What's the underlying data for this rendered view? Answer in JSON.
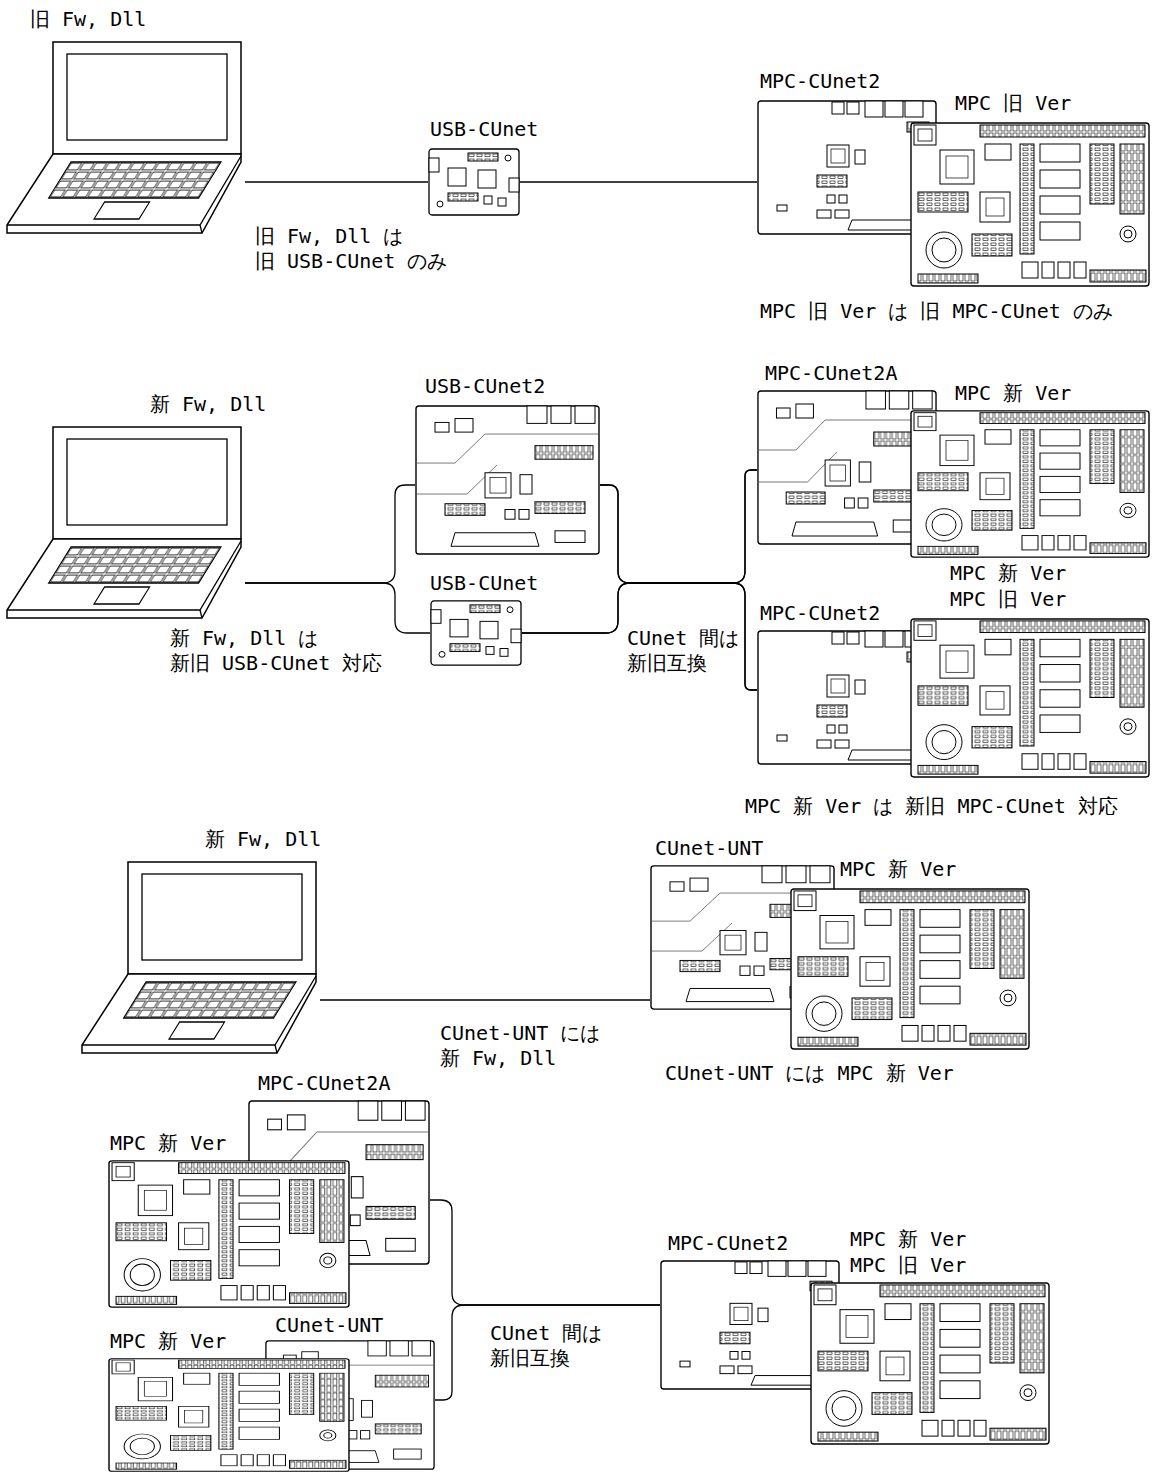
{
  "diagram": {
    "nodes": [
      {
        "text": [
          "旧 Fw, Dll"
        ]
      },
      {
        "text": [
          "USB-CUnet"
        ]
      },
      {
        "text": [
          "MPC-CUnet2"
        ]
      },
      {
        "text": [
          "MPC 旧 Ver"
        ]
      },
      {
        "text": [
          "新 Fw, Dll"
        ]
      },
      {
        "text": [
          "USB-CUnet2"
        ]
      },
      {
        "text": [
          "USB-CUnet"
        ]
      },
      {
        "text": [
          "MPC-CUnet2A"
        ]
      },
      {
        "text": [
          "MPC 新 Ver"
        ]
      },
      {
        "text": [
          "MPC-CUnet2"
        ]
      },
      {
        "text": [
          "MPC 新 Ver",
          "MPC 旧 Ver"
        ]
      },
      {
        "text": [
          "新 Fw, Dll"
        ]
      },
      {
        "text": [
          "CUnet-UNT"
        ]
      },
      {
        "text": [
          "MPC 新 Ver"
        ]
      },
      {
        "text": [
          "MPC 新 Ver"
        ]
      },
      {
        "text": [
          "MPC-CUnet2A"
        ]
      },
      {
        "text": [
          "MPC 新 Ver"
        ]
      },
      {
        "text": [
          "CUnet-UNT"
        ]
      },
      {
        "text": [
          "MPC-CUnet2"
        ]
      },
      {
        "text": [
          "MPC 新 Ver",
          "MPC 旧 Ver"
        ]
      }
    ],
    "edges": [
      {
        "from": 0,
        "to": 1,
        "arrow": "none"
      },
      {
        "from": 1,
        "to": 2,
        "arrow": "none"
      },
      {
        "from": 4,
        "to": 5,
        "arrow": "none"
      },
      {
        "from": 4,
        "to": 6,
        "arrow": "none"
      },
      {
        "from": 5,
        "to": 7,
        "arrow": "none"
      },
      {
        "from": 5,
        "to": 9,
        "arrow": "none"
      },
      {
        "from": 6,
        "to": 7,
        "arrow": "none"
      },
      {
        "from": 6,
        "to": 9,
        "arrow": "none"
      },
      {
        "from": 11,
        "to": 12,
        "arrow": "none"
      },
      {
        "from": 15,
        "to": 18,
        "arrow": "none"
      },
      {
        "from": 17,
        "to": 18,
        "arrow": "none"
      }
    ],
    "labels": [
      "旧 Fw, Dll は",
      "旧 USB-CUnet のみ",
      "MPC 旧 Ver は 旧 MPC-CUnet のみ",
      "新 Fw, Dll は",
      "新旧 USB-CUnet 対応",
      "CUnet 間は",
      "新旧互換",
      "MPC 新 Ver は 新旧 MPC-CUnet 対応",
      "CUnet-UNT には",
      "新 Fw, Dll",
      "CUnet-UNT には MPC 新 Ver",
      "CUnet 間は",
      "新旧互換"
    ]
  }
}
